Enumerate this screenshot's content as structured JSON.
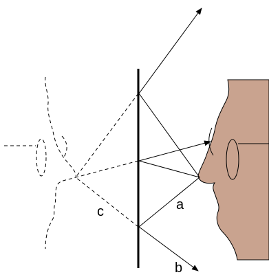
{
  "diagram": {
    "labels": {
      "a": "a",
      "b": "b",
      "c": "c"
    },
    "colors": {
      "skin": "#c9a38f",
      "line": "#000000",
      "background": "#ffffff"
    }
  }
}
